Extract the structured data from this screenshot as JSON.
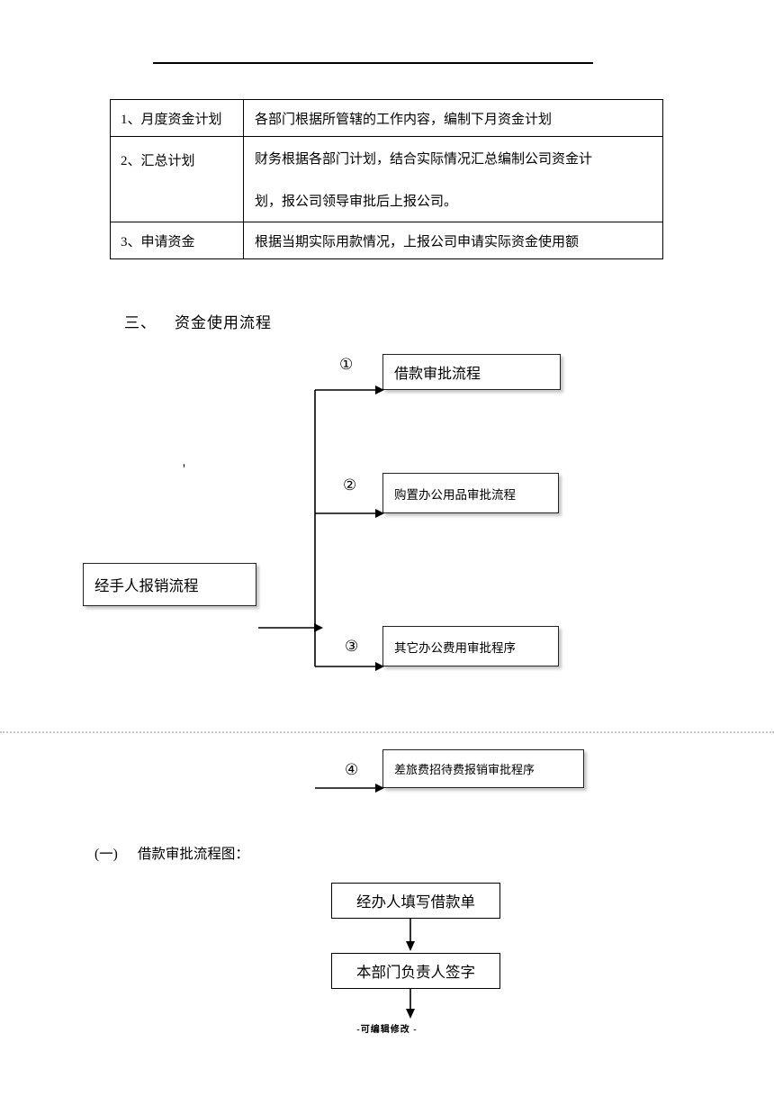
{
  "plan_table": {
    "rows": [
      {
        "label": "1、月度资金计划",
        "lines": [
          "各部门根据所管辖的工作内容，编制下月资金计划"
        ]
      },
      {
        "label": "2、汇总计划",
        "lines": [
          "财务根据各部门计划，结合实际情况汇总编制公司资金计",
          "划，报公司领导审批后上报公司。"
        ]
      },
      {
        "label": "3、申请资金",
        "lines": [
          "根据当期实际用款情况，上报公司申请实际资金使用额"
        ]
      }
    ]
  },
  "section_heading": {
    "number": "三、",
    "title": "资金使用流程"
  },
  "flowchart": {
    "source_label": "经手人报销流程",
    "stray_mark": "'",
    "branches": [
      {
        "num": "①",
        "label": "借款审批流程"
      },
      {
        "num": "②",
        "label": "购置办公用品审批流程"
      },
      {
        "num": "③",
        "label": "其它办公费用审批程序"
      },
      {
        "num": "④",
        "label": "差旅费招待费报销审批程序"
      }
    ]
  },
  "subsection_heading": {
    "number": "(一)",
    "title": "借款审批流程图："
  },
  "loan_flowchart": {
    "steps": [
      {
        "label": "经办人填写借款单"
      },
      {
        "label": "本部门负责人签字"
      }
    ]
  },
  "document": {
    "footer_text": "-可编辑修改 -"
  }
}
